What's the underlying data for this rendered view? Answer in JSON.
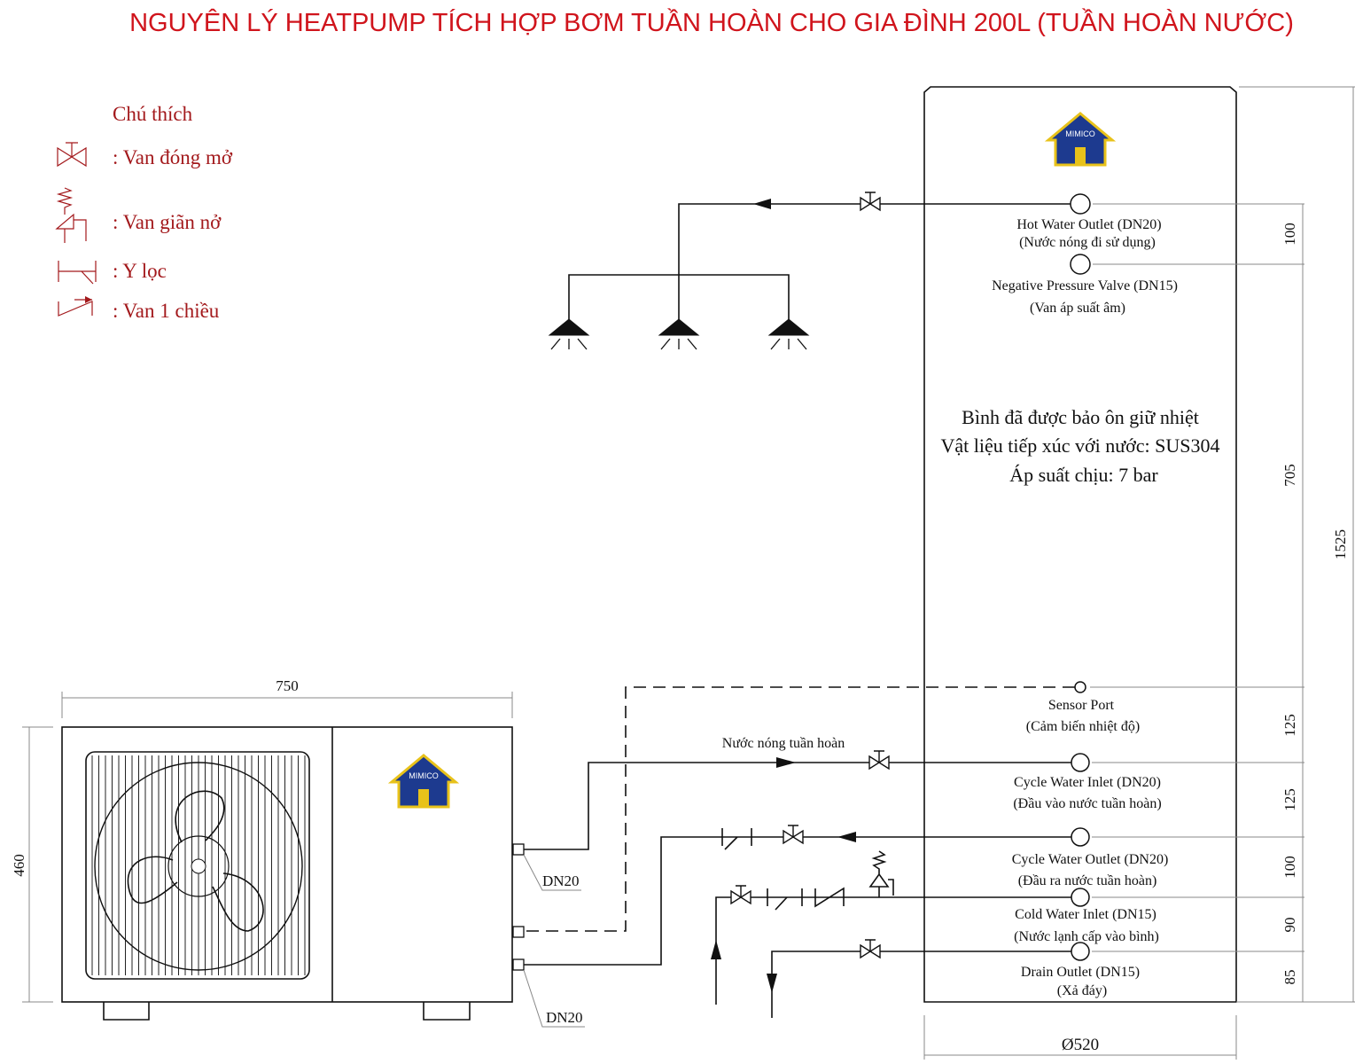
{
  "title": "NGUYÊN LÝ HEATPUMP TÍCH HỢP BƠM TUẦN HOÀN CHO GIA ĐÌNH 200L (TUẦN HOÀN NƯỚC)",
  "legend": {
    "heading": "Chú thích",
    "items": [
      {
        "icon": "gate-valve-icon",
        "label": ": Van đóng mở"
      },
      {
        "icon": "expansion-valve-icon",
        "label": ": Van giãn nở"
      },
      {
        "icon": "y-strainer-icon",
        "label": ": Y lọc"
      },
      {
        "icon": "check-valve-icon",
        "label": ": Van 1 chiều"
      }
    ]
  },
  "logo_text": "MIMICO",
  "tank": {
    "info": [
      "Bình đã được bảo ôn giữ nhiệt",
      "Vật liệu tiếp xúc với nước: SUS304",
      "Áp suất chịu: 7 bar"
    ],
    "ports": [
      {
        "name": "Hot Water Outlet (DN20)",
        "vn": "(Nước nóng đi sử dụng)"
      },
      {
        "name": "Negative Pressure Valve (DN15)",
        "vn": "(Van áp suất âm)"
      },
      {
        "name": "Sensor Port",
        "vn": "(Cảm biến nhiệt độ)"
      },
      {
        "name": "Cycle Water Inlet (DN20)",
        "vn": "(Đầu vào nước tuần hoàn)"
      },
      {
        "name": "Cycle Water Outlet (DN20)",
        "vn": "(Đầu ra nước tuần hoàn)"
      },
      {
        "name": "Cold Water Inlet (DN15)",
        "vn": "(Nước lạnh cấp vào bình)"
      },
      {
        "name": "Drain Outlet (DN15)",
        "vn": "(Xả đáy)"
      }
    ],
    "diameter": "Ø520",
    "dims": [
      "100",
      "705",
      "125",
      "125",
      "100",
      "90",
      "85"
    ],
    "height": "1525"
  },
  "unit": {
    "width": "750",
    "height": "460",
    "dn_top": "DN20",
    "dn_bottom": "DN20"
  },
  "pipe_label": "Nước nóng tuần hoàn"
}
